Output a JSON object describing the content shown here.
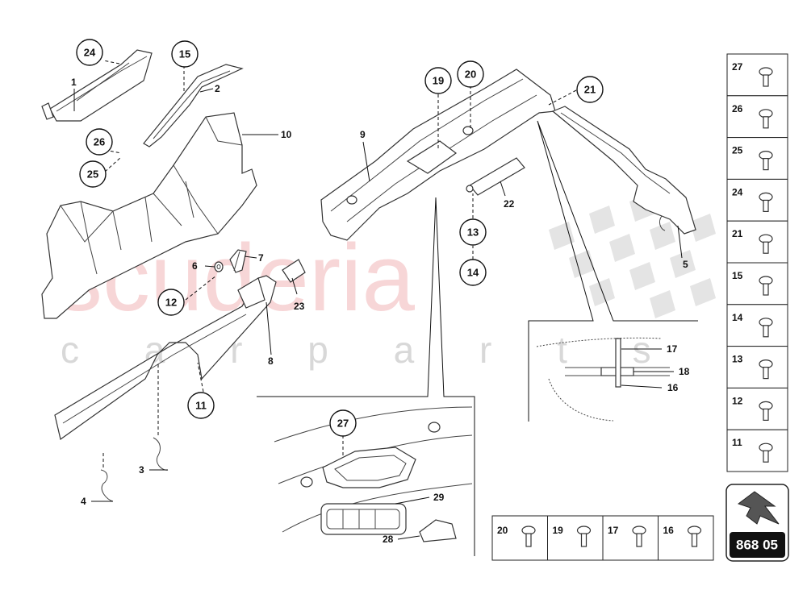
{
  "watermark": {
    "main": "scuderia",
    "sub": "c a r p a r t s"
  },
  "diagram_code": "868 05",
  "callouts": [
    {
      "id": "c24",
      "text": "24"
    },
    {
      "id": "c15",
      "text": "15"
    },
    {
      "id": "c26",
      "text": "26"
    },
    {
      "id": "c25",
      "text": "25"
    },
    {
      "id": "c12",
      "text": "12"
    },
    {
      "id": "c11",
      "text": "11"
    },
    {
      "id": "c19",
      "text": "19"
    },
    {
      "id": "c20",
      "text": "20"
    },
    {
      "id": "c21",
      "text": "21"
    },
    {
      "id": "c13",
      "text": "13"
    },
    {
      "id": "c14",
      "text": "14"
    },
    {
      "id": "c27",
      "text": "27"
    }
  ],
  "labels": {
    "l1": "1",
    "l2": "2",
    "l3": "3",
    "l4": "4",
    "l5": "5",
    "l6": "6",
    "l7": "7",
    "l8": "8",
    "l9": "9",
    "l10": "10",
    "l16": "16",
    "l17": "17",
    "l18": "18",
    "l22": "22",
    "l23": "23",
    "l28": "28",
    "l29": "29"
  },
  "side_parts": [
    "27",
    "26",
    "25",
    "24",
    "21",
    "15",
    "14",
    "13",
    "12",
    "11"
  ],
  "bottom_parts": [
    "20",
    "19",
    "17",
    "16"
  ]
}
